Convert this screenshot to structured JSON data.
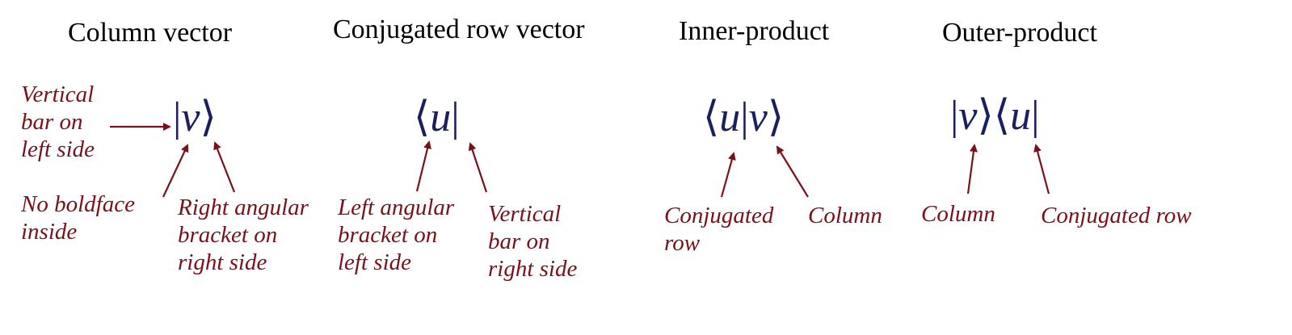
{
  "headings": {
    "column_vector": "Column vector",
    "conjugated_row_vector": "Conjugated row vector",
    "inner_product": "Inner-product",
    "outer_product": "Outer-product"
  },
  "notation": {
    "ket": {
      "left": "|",
      "symbol": "v",
      "right": "⟩"
    },
    "bra": {
      "left": "⟨",
      "symbol": "u",
      "right": "|"
    },
    "inner": {
      "left": "⟨",
      "symbol1": "u",
      "mid": "|",
      "symbol2": "v",
      "right": "⟩"
    },
    "outer": {
      "left1": "|",
      "symbol1": "v",
      "right1": "⟩",
      "left2": "⟨",
      "symbol2": "u",
      "right2": "|"
    }
  },
  "annotations": {
    "vertical_bar_left": [
      "Vertical",
      "bar on",
      "left side"
    ],
    "no_boldface": [
      "No boldface",
      "inside"
    ],
    "right_angular": [
      "Right angular",
      "bracket on",
      "right side"
    ],
    "left_angular": [
      "Left angular",
      "bracket on",
      "left side"
    ],
    "vertical_bar_right": [
      "Vertical",
      "bar on",
      "right side"
    ],
    "inner_conjugated_row": [
      "Conjugated",
      "row"
    ],
    "inner_column": "Column",
    "outer_column": "Column",
    "outer_conjugated_row": "Conjugated row"
  },
  "colors": {
    "notation": "#1a1f5e",
    "annotation": "#7a1018",
    "heading": "#000000"
  }
}
